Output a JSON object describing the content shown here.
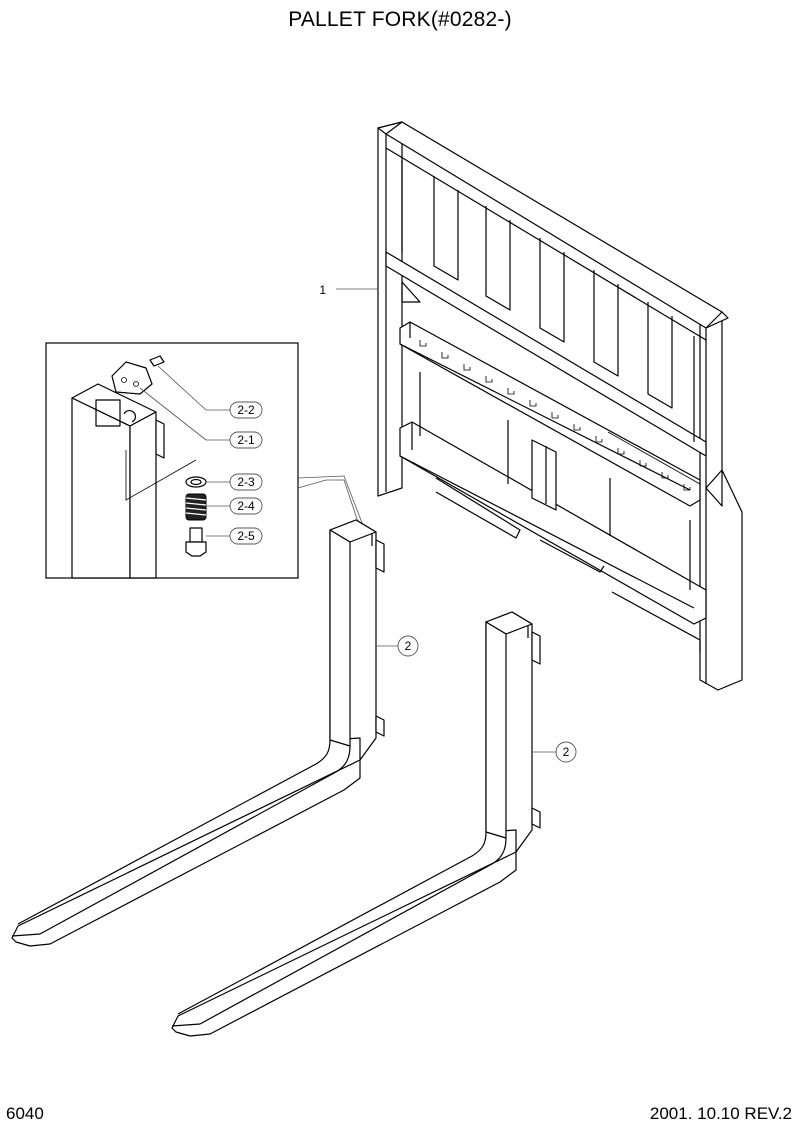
{
  "header": {
    "title": "PALLET FORK(#0282-)"
  },
  "footer": {
    "page_number": "6040",
    "date_revision": "2001. 10.10  REV.2"
  },
  "callouts": {
    "carriage": "1",
    "fork_left": "2",
    "fork_right": "2",
    "detail_pin": "2-2",
    "detail_latch": "2-1",
    "detail_washer": "2-3",
    "detail_spring": "2-4",
    "detail_plunger": "2-5"
  }
}
